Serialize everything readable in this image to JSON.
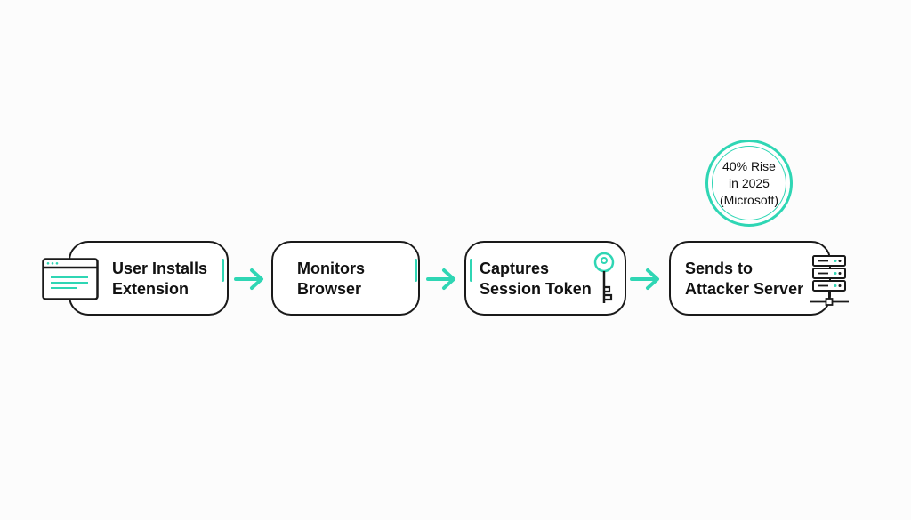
{
  "colors": {
    "accent": "#2fd6b4",
    "outline": "#1a1a1a",
    "background": "#fcfcfc"
  },
  "steps": [
    {
      "label": "User Installs\nExtension",
      "icon": "browser-window-icon"
    },
    {
      "label": "Monitors\nBrowser",
      "icon": ""
    },
    {
      "label": "Captures\nSession Token",
      "icon": "key-icon"
    },
    {
      "label": "Sends to\nAttacker Server",
      "icon": "server-stack-icon"
    }
  ],
  "badge": {
    "text": "40% Rise\nin 2025\n(Microsoft)"
  }
}
